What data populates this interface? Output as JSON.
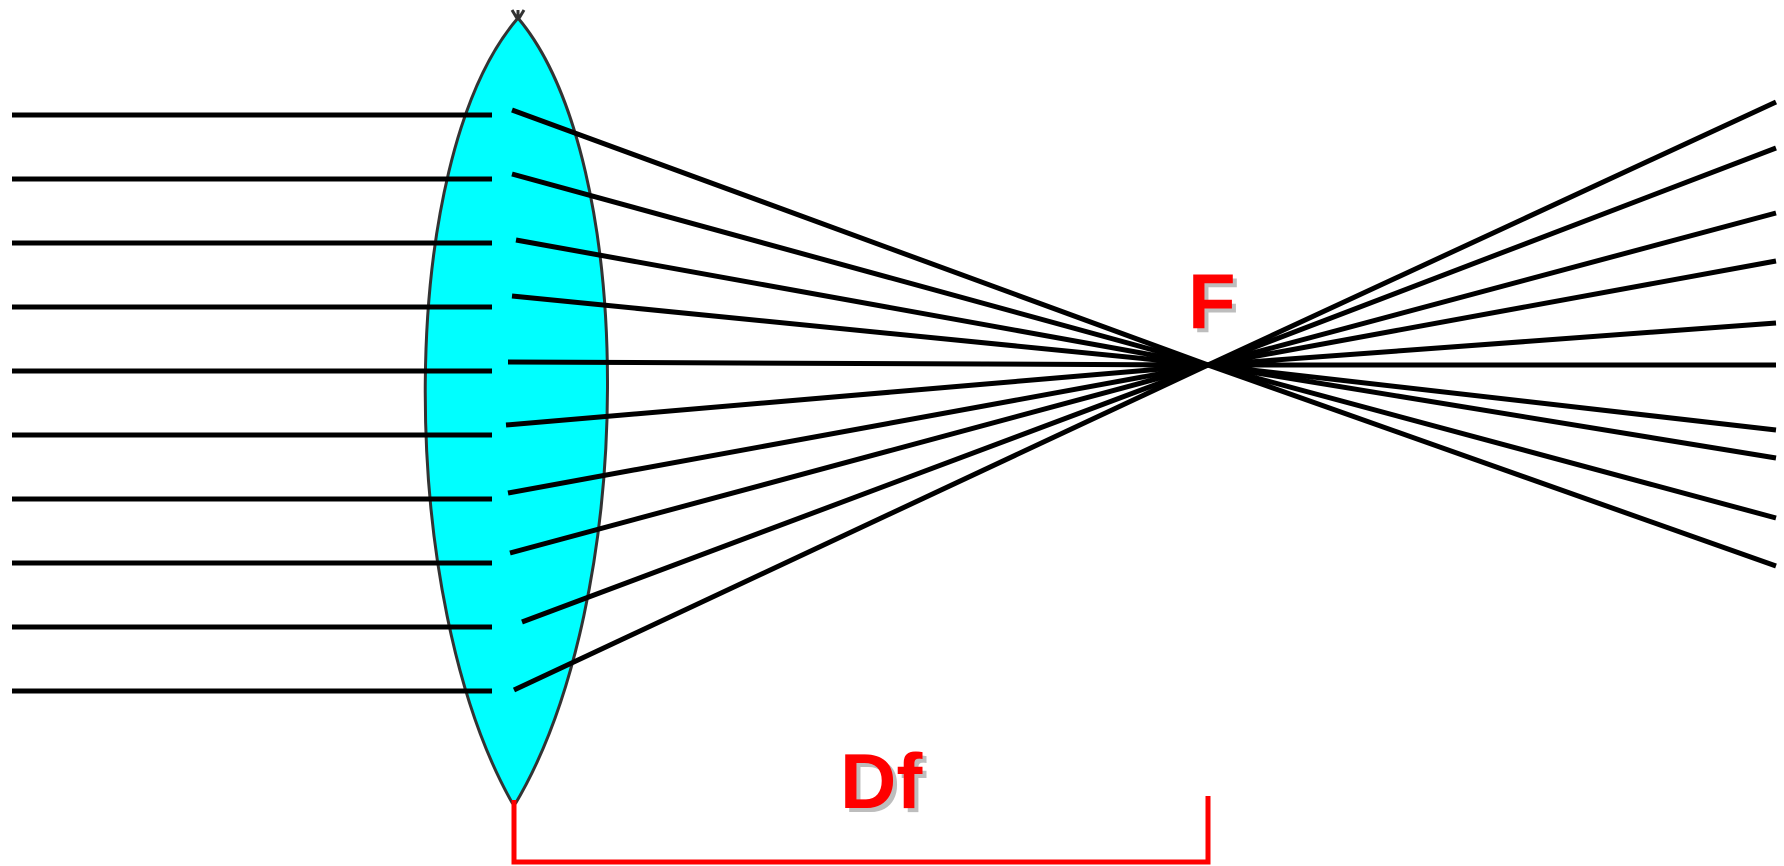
{
  "diagram": {
    "focal_point_label": "F",
    "focal_distance_label": "Df",
    "incoming_ray_count": 10,
    "colors": {
      "lens_fill": "#00ffff",
      "lens_outline": "#333333",
      "ray": "#000000",
      "label": "#ff0000",
      "bracket": "#ff0000"
    }
  }
}
